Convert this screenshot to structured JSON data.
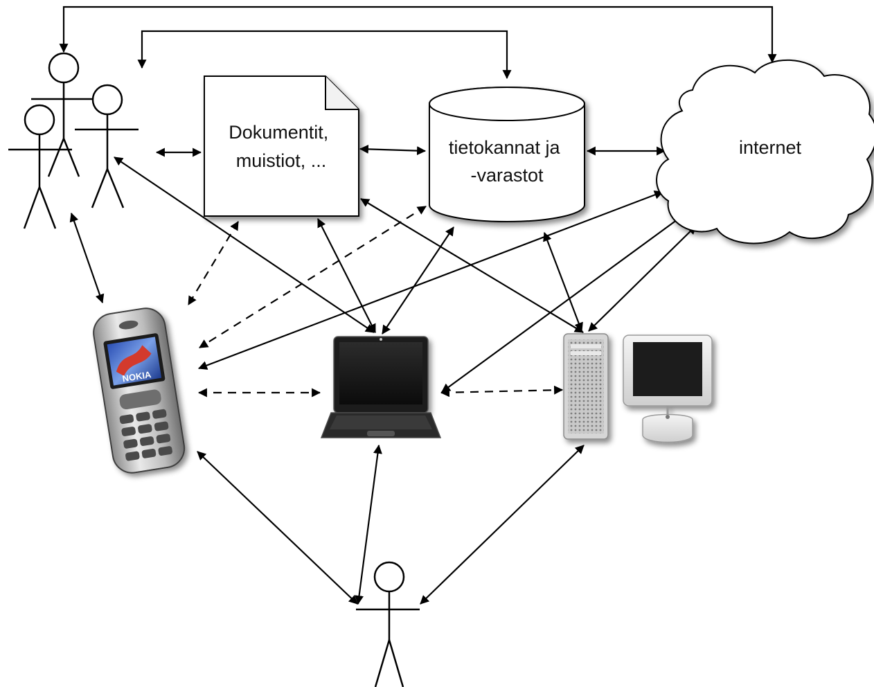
{
  "nodes": {
    "documents": {
      "label_lines": [
        "Dokumentit,",
        "muistiot, ..."
      ]
    },
    "databases": {
      "label_lines": [
        "tietokannat ja",
        "-varastot"
      ]
    },
    "internet": {
      "label_lines": [
        "internet"
      ]
    },
    "phone": {
      "brand": "NOKIA"
    },
    "laptop": {},
    "desktop": {},
    "user_group": {},
    "single_user": {}
  },
  "edges": [
    {
      "from": "user_group",
      "to": "internet",
      "style": "solid",
      "direction": "both"
    },
    {
      "from": "user_group",
      "to": "databases",
      "style": "solid",
      "direction": "both"
    },
    {
      "from": "user_group",
      "to": "documents",
      "style": "solid",
      "direction": "both"
    },
    {
      "from": "documents",
      "to": "databases",
      "style": "solid",
      "direction": "both"
    },
    {
      "from": "databases",
      "to": "internet",
      "style": "solid",
      "direction": "both"
    },
    {
      "from": "user_group",
      "to": "phone",
      "style": "solid",
      "direction": "both"
    },
    {
      "from": "user_group",
      "to": "laptop",
      "style": "solid",
      "direction": "both"
    },
    {
      "from": "documents",
      "to": "phone",
      "style": "dashed",
      "direction": "both"
    },
    {
      "from": "databases",
      "to": "phone",
      "style": "dashed",
      "direction": "both"
    },
    {
      "from": "internet",
      "to": "phone",
      "style": "solid",
      "direction": "both"
    },
    {
      "from": "documents",
      "to": "laptop",
      "style": "solid",
      "direction": "both"
    },
    {
      "from": "databases",
      "to": "laptop",
      "style": "solid",
      "direction": "both"
    },
    {
      "from": "internet",
      "to": "laptop",
      "style": "solid",
      "direction": "both"
    },
    {
      "from": "documents",
      "to": "desktop",
      "style": "solid",
      "direction": "both"
    },
    {
      "from": "databases",
      "to": "desktop",
      "style": "solid",
      "direction": "both"
    },
    {
      "from": "internet",
      "to": "desktop",
      "style": "solid",
      "direction": "both"
    },
    {
      "from": "phone",
      "to": "laptop",
      "style": "dashed",
      "direction": "both"
    },
    {
      "from": "laptop",
      "to": "desktop",
      "style": "dashed",
      "direction": "both"
    },
    {
      "from": "phone",
      "to": "single_user",
      "style": "solid",
      "direction": "both"
    },
    {
      "from": "laptop",
      "to": "single_user",
      "style": "solid",
      "direction": "both"
    },
    {
      "from": "desktop",
      "to": "single_user",
      "style": "solid",
      "direction": "both"
    }
  ]
}
